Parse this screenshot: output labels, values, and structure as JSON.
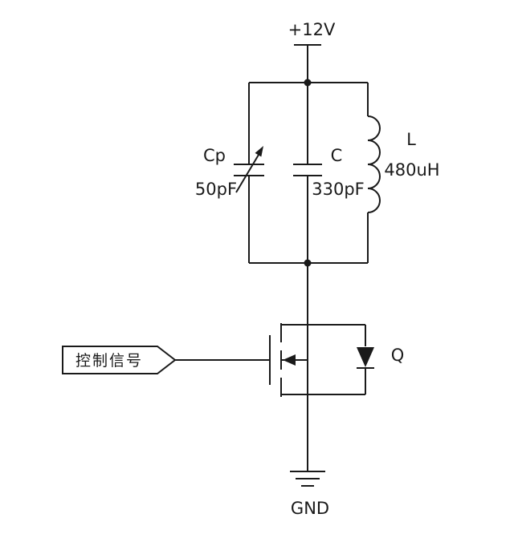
{
  "colors": {
    "stroke": "#1a1a1a",
    "background": "#ffffff"
  },
  "power": {
    "vcc_label": "+12V",
    "gnd_label": "GND"
  },
  "components": {
    "cp": {
      "name": "Cp",
      "value": "50pF",
      "type": "variable-capacitor"
    },
    "c": {
      "name": "C",
      "value": "330pF",
      "type": "capacitor"
    },
    "l": {
      "name": "L",
      "value": "480uH",
      "type": "inductor"
    },
    "q": {
      "name": "Q",
      "type": "n-channel-mosfet-with-body-diode"
    }
  },
  "control": {
    "label": "控制信号"
  }
}
